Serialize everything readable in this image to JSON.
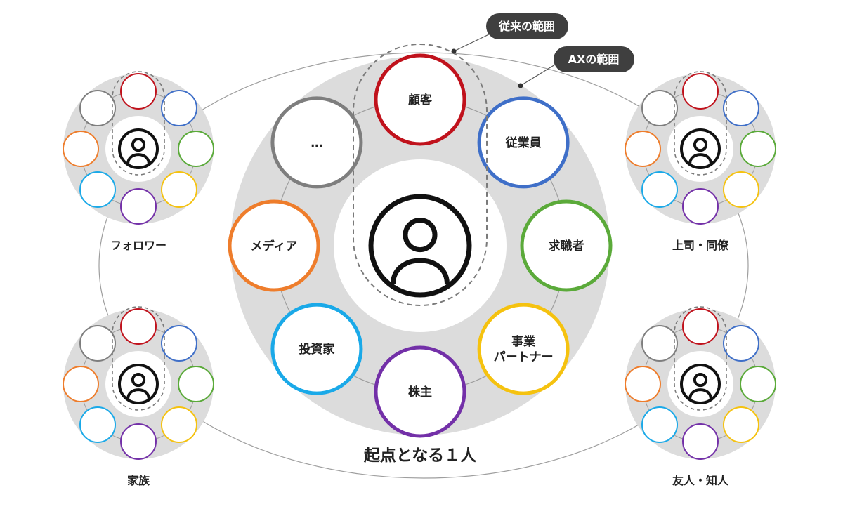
{
  "callouts": {
    "traditional_scope": "従来の範囲",
    "ax_scope": "AXの範囲"
  },
  "center": {
    "caption": "起点となる１人",
    "nodes": [
      {
        "key": "customer",
        "label": "顧客",
        "color": "#C0121C"
      },
      {
        "key": "employee",
        "label": "従業員",
        "color": "#3F6FC8"
      },
      {
        "key": "job-seeker",
        "label": "求職者",
        "color": "#5BAA3A"
      },
      {
        "key": "business-partner",
        "label": "事業\nパートナー",
        "color": "#F5C20F"
      },
      {
        "key": "shareholder",
        "label": "株主",
        "color": "#7330A8"
      },
      {
        "key": "investor",
        "label": "投資家",
        "color": "#1AA9E8"
      },
      {
        "key": "media",
        "label": "メディア",
        "color": "#EE7D2C"
      },
      {
        "key": "others",
        "label": "…",
        "color": "#7E7E7E"
      }
    ]
  },
  "clusters": [
    {
      "key": "follower",
      "label": "フォロワー"
    },
    {
      "key": "boss-colleague",
      "label": "上司・同僚"
    },
    {
      "key": "family",
      "label": "家族"
    },
    {
      "key": "friend",
      "label": "友人・知人"
    }
  ],
  "colors": {
    "ring": "#DCDCDC",
    "hub": "#FFFFFF",
    "outline": "#9E9E9E",
    "dashed": "#7A7A7A",
    "callout_bg": "#3F3F3F",
    "callout_text": "#FFFFFF",
    "person": "#111111",
    "text": "#222222"
  },
  "icons": {
    "person": "person-icon"
  }
}
